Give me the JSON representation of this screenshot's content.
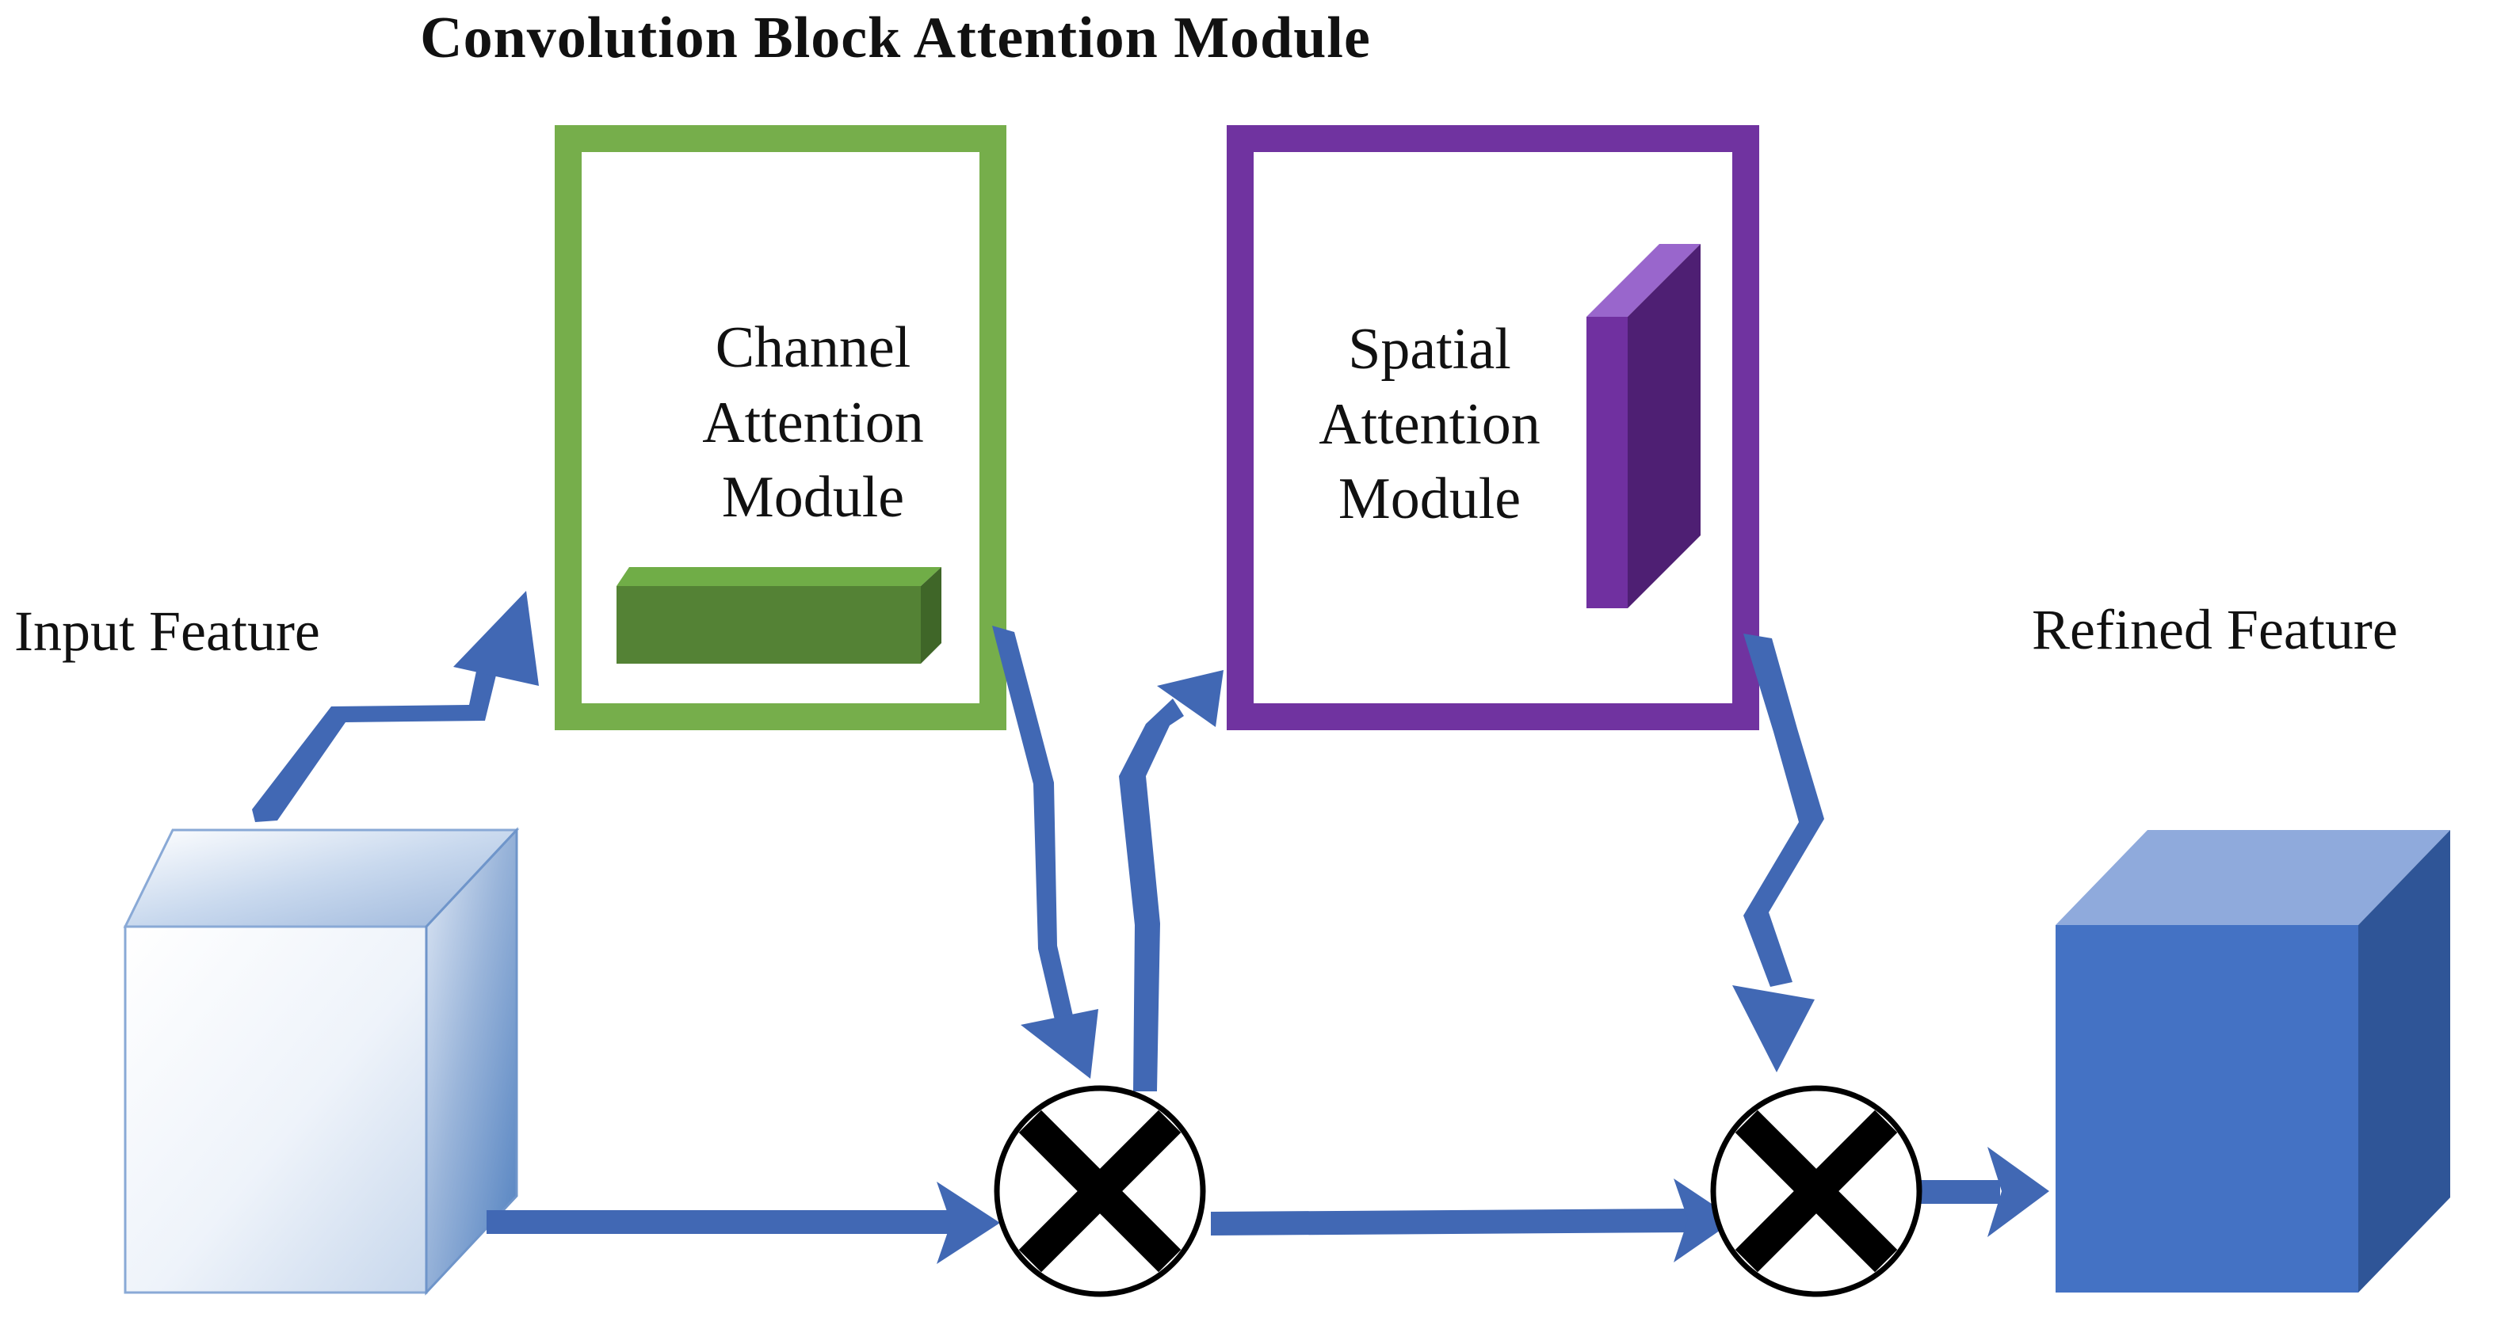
{
  "title": "Convolution Block Attention Module",
  "input_label": "Input Feature",
  "output_label": "Refined Feature",
  "channel_module": {
    "lines": [
      "Channel",
      "Attention",
      "Module"
    ],
    "color": "#76ae4b"
  },
  "spatial_module": {
    "lines": [
      "Spatial",
      "Attention",
      "Module"
    ],
    "color": "#7033a0"
  },
  "colors": {
    "arrow": "#4168b4",
    "refined_feature": "#4472c4",
    "input_feature_gradient": [
      "#ffffff",
      "#5b86c1"
    ],
    "channel_map": "#548235",
    "spatial_map": "#5b2182",
    "multiply_symbol": "#000000"
  },
  "operator_icons": [
    "multiply-icon",
    "multiply-icon"
  ]
}
